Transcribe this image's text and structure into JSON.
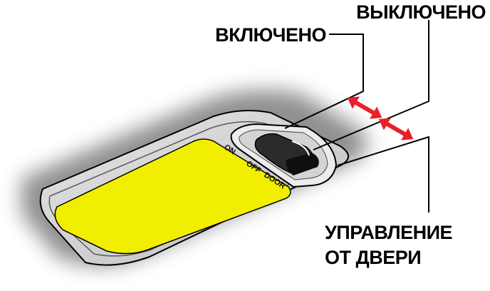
{
  "labels": {
    "on": "ВКЛЮЧЕНО",
    "off": "ВЫКЛЮЧЕНО",
    "door_line1": "УПРАВЛЕНИЕ",
    "door_line2": "ОТ ДВЕРИ"
  },
  "switch_marks": {
    "on": "ON",
    "off": "OFF",
    "door": "DOOR"
  },
  "colors": {
    "lens_yellow": "#f2ee00",
    "lens_orange_edge": "#f2a24a",
    "arrow_red": "#e8212a",
    "housing_grey": "#c9c9c9",
    "shadow_grey": "#8c8c8c"
  }
}
